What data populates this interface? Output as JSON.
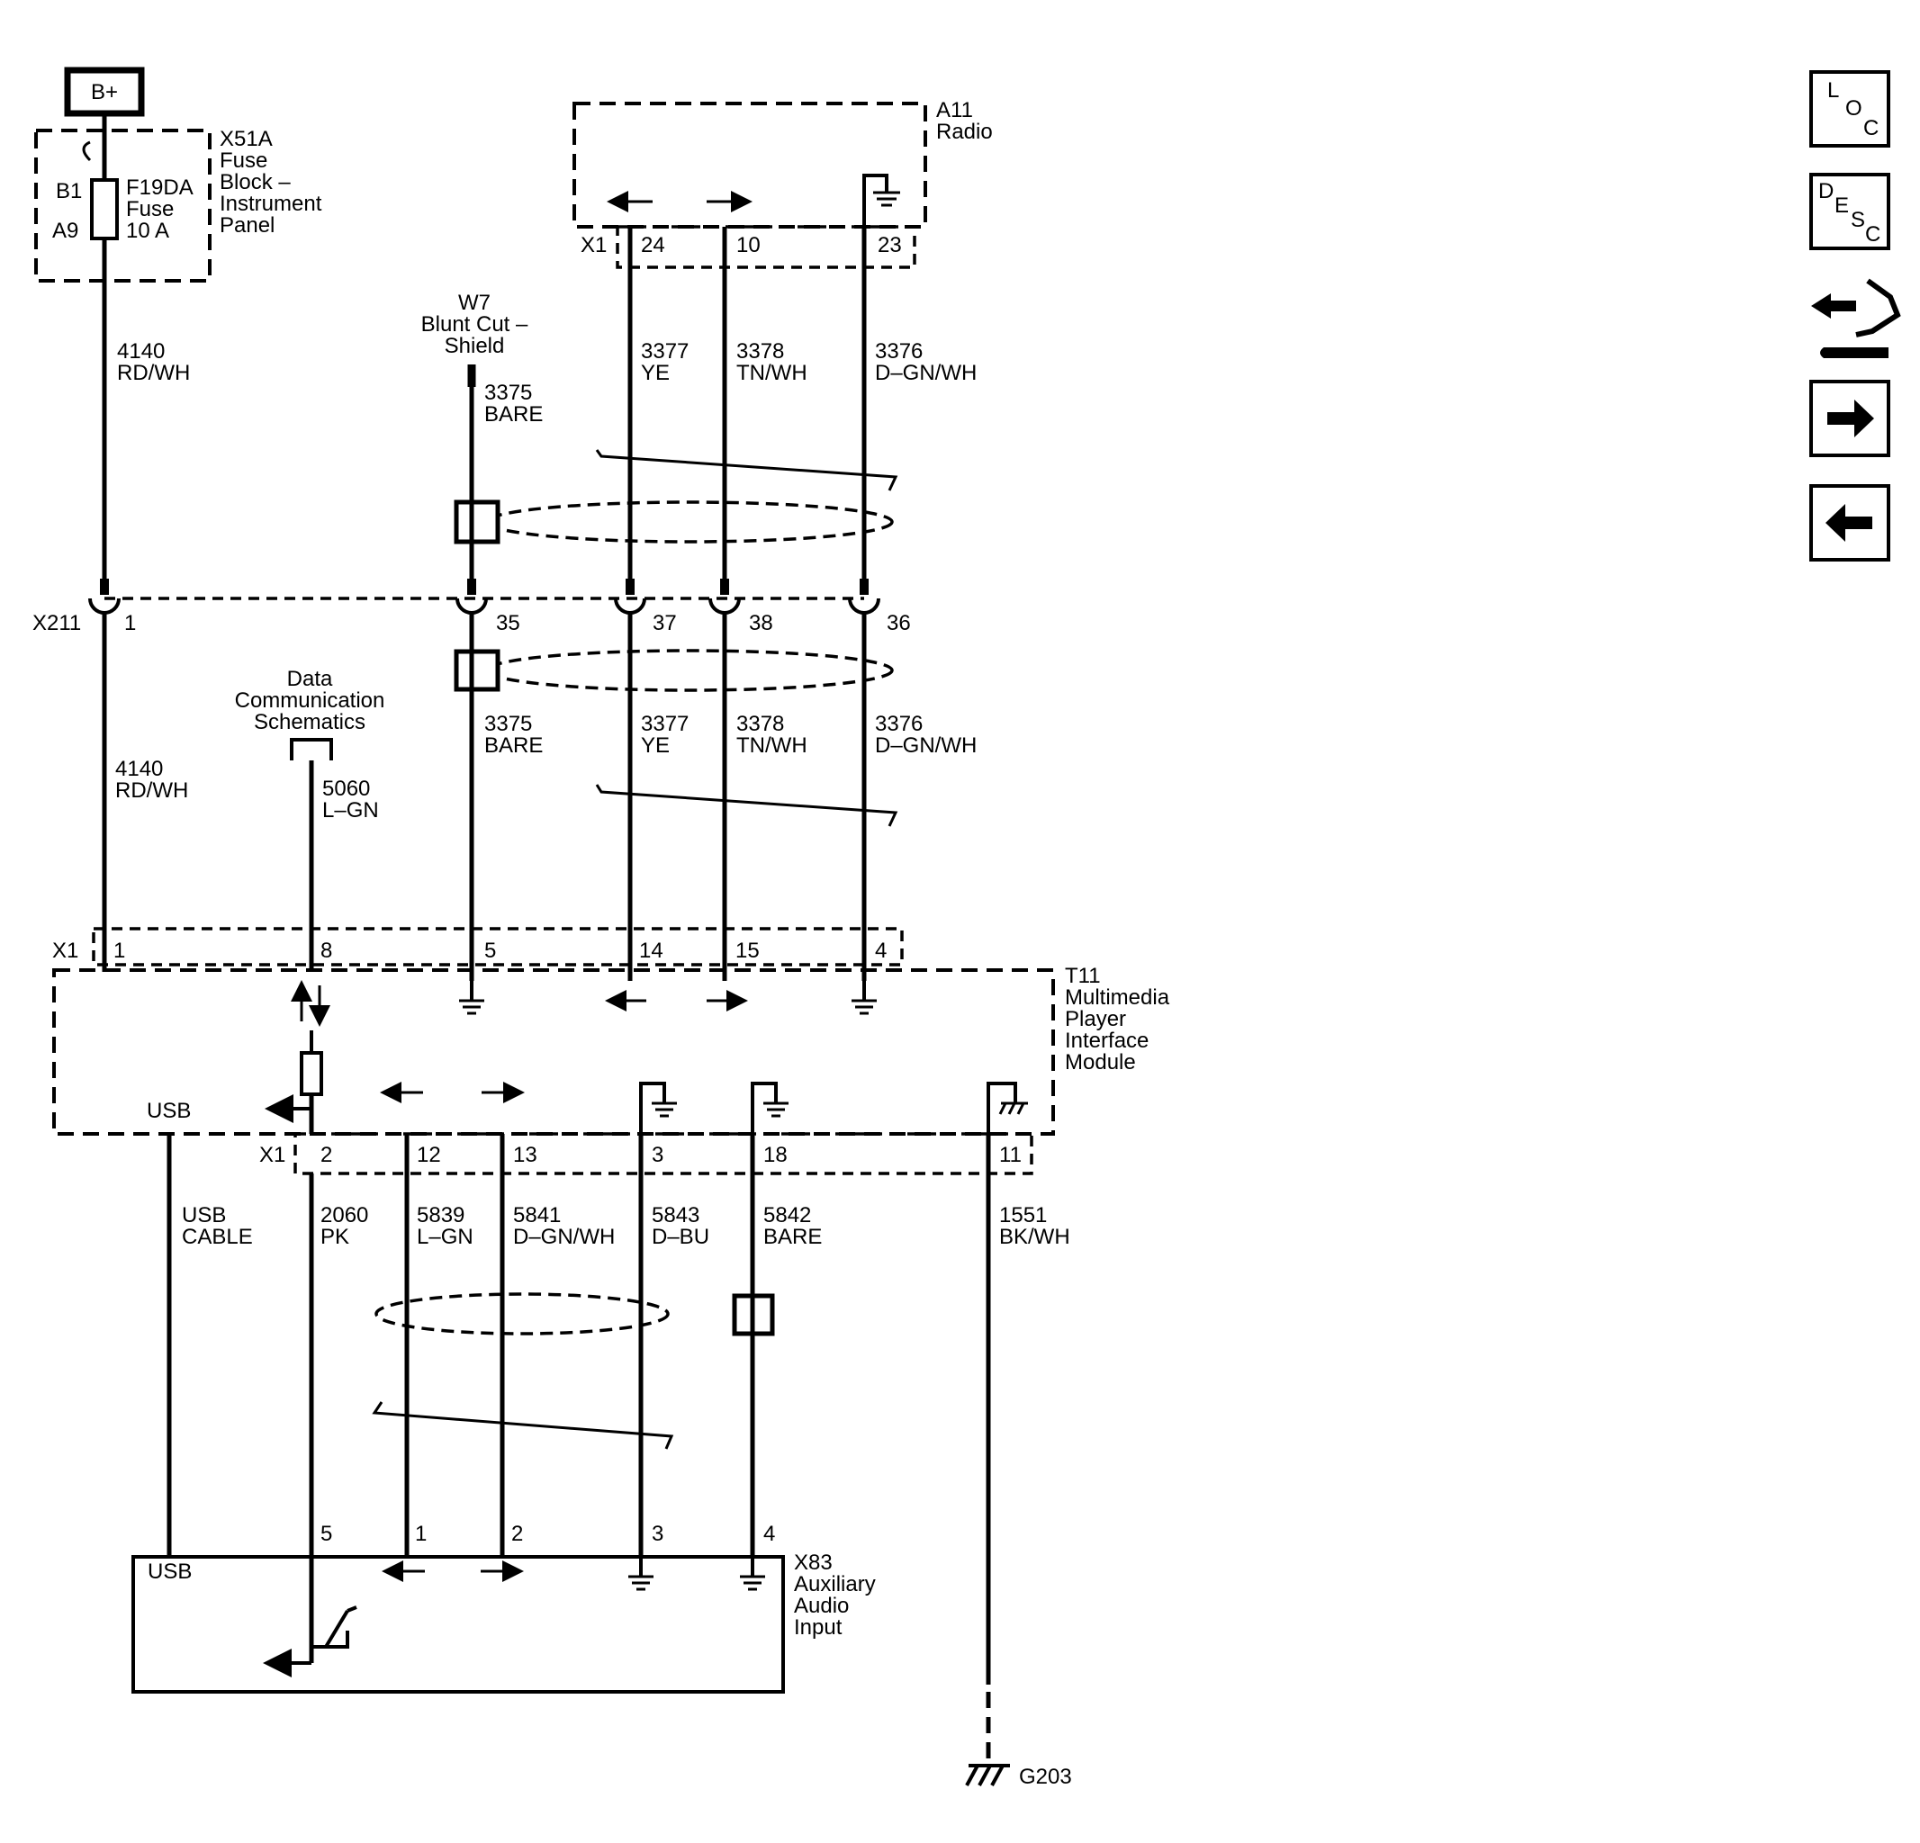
{
  "power": {
    "label": "B+"
  },
  "fuse_block": {
    "name": "X51A",
    "desc": [
      "Fuse",
      "Block –",
      "Instrument",
      "Panel"
    ],
    "pin_top": "B1",
    "pin_bottom": "A9",
    "fuse_name": "F19DA",
    "fuse_word": "Fuse",
    "fuse_rating": "10 A"
  },
  "radio": {
    "name": "A11",
    "desc": "Radio",
    "connector": "X1",
    "pins": [
      "24",
      "10",
      "23"
    ]
  },
  "shield_w7": {
    "name": "W7",
    "desc": [
      "Blunt Cut –",
      "Shield"
    ]
  },
  "inline_connector": {
    "name": "X211",
    "pins": [
      "1",
      "35",
      "37",
      "38",
      "36"
    ]
  },
  "wires_upper": [
    {
      "circuit": "4140",
      "color": "RD/WH"
    },
    {
      "circuit": "3375",
      "color": "BARE"
    },
    {
      "circuit": "3377",
      "color": "YE"
    },
    {
      "circuit": "3378",
      "color": "TN/WH"
    },
    {
      "circuit": "3376",
      "color": "D–GN/WH"
    }
  ],
  "wires_middle": [
    {
      "circuit": "4140",
      "color": "RD/WH"
    },
    {
      "circuit": "5060",
      "color": "L–GN"
    },
    {
      "circuit": "3375",
      "color": "BARE"
    },
    {
      "circuit": "3377",
      "color": "YE"
    },
    {
      "circuit": "3378",
      "color": "TN/WH"
    },
    {
      "circuit": "3376",
      "color": "D–GN/WH"
    }
  ],
  "data_comm": [
    "Data",
    "Communication",
    "Schematics"
  ],
  "module": {
    "name": "T11",
    "desc": [
      "Multimedia",
      "Player",
      "Interface",
      "Module"
    ],
    "usb_label": "USB",
    "top_connector": "X1",
    "top_pins": [
      "1",
      "8",
      "5",
      "14",
      "15",
      "4"
    ],
    "bottom_connector": "X1",
    "bottom_pins": [
      "2",
      "12",
      "13",
      "3",
      "18",
      "11"
    ]
  },
  "wires_lower": [
    {
      "circuit": "USB",
      "color": "CABLE"
    },
    {
      "circuit": "2060",
      "color": "PK"
    },
    {
      "circuit": "5839",
      "color": "L–GN"
    },
    {
      "circuit": "5841",
      "color": "D–GN/WH"
    },
    {
      "circuit": "5843",
      "color": "D–BU"
    },
    {
      "circuit": "5842",
      "color": "BARE"
    },
    {
      "circuit": "1551",
      "color": "BK/WH"
    }
  ],
  "aux_input": {
    "name": "X83",
    "desc": [
      "Auxiliary",
      "Audio",
      "Input"
    ],
    "usb_label": "USB",
    "pins": [
      "5",
      "1",
      "2",
      "3",
      "4"
    ]
  },
  "ground": {
    "name": "G203"
  },
  "nav_buttons": [
    {
      "id": "loc",
      "letters": [
        "L",
        "O",
        "C"
      ],
      "icon": "location-icon"
    },
    {
      "id": "desc",
      "letters": [
        "D",
        "E",
        "S",
        "C"
      ],
      "icon": "description-icon"
    },
    {
      "id": "repair",
      "icon": "wrench-hand-icon"
    },
    {
      "id": "next",
      "icon": "arrow-right-icon"
    },
    {
      "id": "prev",
      "icon": "arrow-left-icon"
    }
  ]
}
